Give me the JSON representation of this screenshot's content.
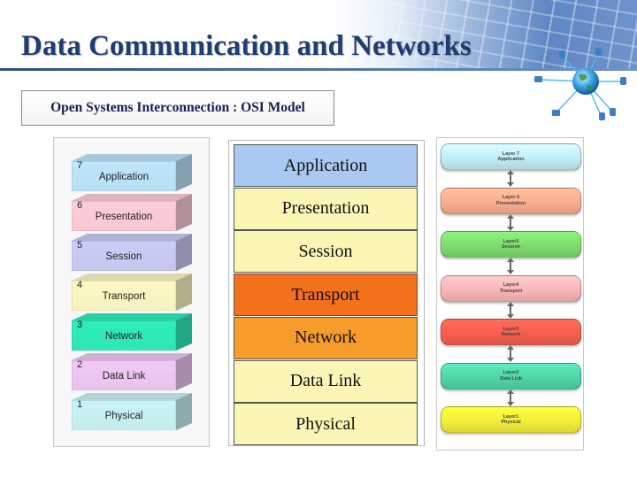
{
  "title": "Data Communication and Networks",
  "subtitle": "Open Systems Interconnection : OSI Model",
  "stack1": {
    "layers": [
      {
        "num": "7",
        "label": "Application",
        "color": "#b9dff3"
      },
      {
        "num": "6",
        "label": "Presentation",
        "color": "#f6c8d2"
      },
      {
        "num": "5",
        "label": "Session",
        "color": "#c4c7ef"
      },
      {
        "num": "4",
        "label": "Transport",
        "color": "#f7f1bf"
      },
      {
        "num": "3",
        "label": "Network",
        "color": "#2ee6b6"
      },
      {
        "num": "2",
        "label": "Data Link",
        "color": "#e9c3ee"
      },
      {
        "num": "1",
        "label": "Physical",
        "color": "#c4ecef"
      }
    ]
  },
  "stack2": {
    "layers": [
      {
        "label": "Application",
        "color": "#a9c9f2"
      },
      {
        "label": "Presentation",
        "color": "#fbf6b5"
      },
      {
        "label": "Session",
        "color": "#fbf6b5"
      },
      {
        "label": "Transport",
        "color": "#f3701c"
      },
      {
        "label": "Network",
        "color": "#f79b2b"
      },
      {
        "label": "Data Link",
        "color": "#fbf6b5"
      },
      {
        "label": "Physical",
        "color": "#fbf6b5"
      }
    ]
  },
  "stack3": {
    "layers": [
      {
        "line1": "Layer 7",
        "line2": "Application",
        "color": "#c2eef8"
      },
      {
        "line1": "Layer 6",
        "line2": "Presentation",
        "color": "#f9ad90"
      },
      {
        "line1": "Layer5",
        "line2": "Session",
        "color": "#7ddc6e"
      },
      {
        "line1": "Layer4",
        "line2": "Transport",
        "color": "#f9b6b6"
      },
      {
        "line1": "Layer3",
        "line2": "Network",
        "color": "#f6604f"
      },
      {
        "line1": "Layer2",
        "line2": "Data Link",
        "color": "#4fd6a6"
      },
      {
        "line1": "Layer1",
        "line2": "Physical",
        "color": "#f5ef3a"
      }
    ]
  },
  "icons": {
    "header_graphic": "keyboard-background",
    "network_graphic": "globe-network-icon"
  }
}
